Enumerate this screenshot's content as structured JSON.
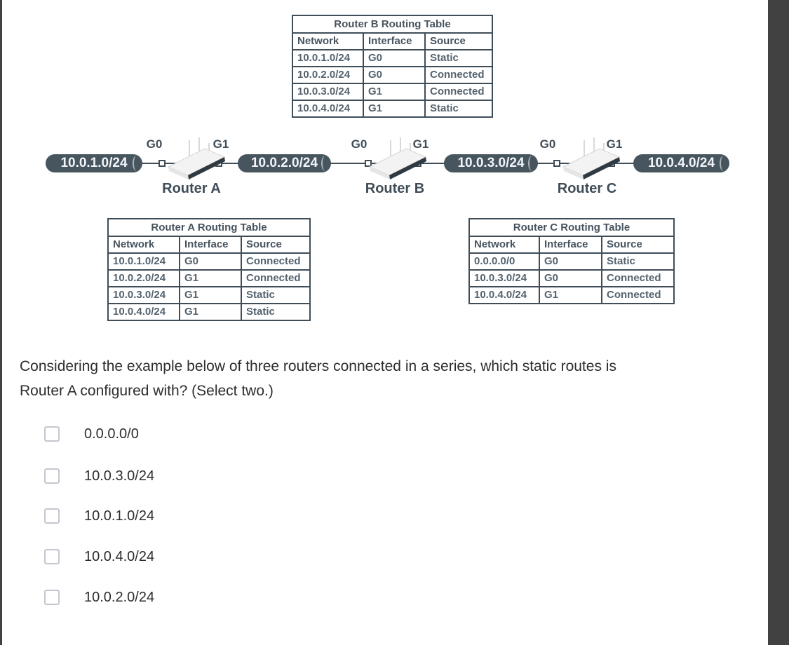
{
  "colors": {
    "slate": "#3f4d59",
    "pill_bg": "#47555f",
    "pill_text": "#f2f5f7",
    "table_text": "#55636e",
    "header_text": "#47545f",
    "frame": "#414141",
    "checkbox_border": "#c6c6d0",
    "body_text": "#2d2d2d",
    "router_body_dark": "#2e3941",
    "router_body_light": "#f3f3f3"
  },
  "tables": {
    "b": {
      "title": "Router B Routing Table",
      "headers": [
        "Network",
        "Interface",
        "Source"
      ],
      "rows": [
        [
          "10.0.1.0/24",
          "G0",
          "Static"
        ],
        [
          "10.0.2.0/24",
          "G0",
          "Connected"
        ],
        [
          "10.0.3.0/24",
          "G1",
          "Connected"
        ],
        [
          "10.0.4.0/24",
          "G1",
          "Static"
        ]
      ]
    },
    "a": {
      "title": "Router A Routing Table",
      "headers": [
        "Network",
        "Interface",
        "Source"
      ],
      "rows": [
        [
          "10.0.1.0/24",
          "G0",
          "Connected"
        ],
        [
          "10.0.2.0/24",
          "G1",
          "Connected"
        ],
        [
          "10.0.3.0/24",
          "G1",
          "Static"
        ],
        [
          "10.0.4.0/24",
          "G1",
          "Static"
        ]
      ]
    },
    "c": {
      "title": "Router C Routing Table",
      "headers": [
        "Network",
        "Interface",
        "Source"
      ],
      "rows": [
        [
          "0.0.0.0/0",
          "G0",
          "Static"
        ],
        [
          "10.0.3.0/24",
          "G0",
          "Connected"
        ],
        [
          "10.0.4.0/24",
          "G1",
          "Connected"
        ]
      ]
    }
  },
  "diagram": {
    "networks": [
      "10.0.1.0/24",
      "10.0.2.0/24",
      "10.0.3.0/24",
      "10.0.4.0/24"
    ],
    "routers": [
      {
        "name": "Router A",
        "left_port": "G0",
        "right_port": "G1"
      },
      {
        "name": "Router B",
        "left_port": "G0",
        "right_port": "G1"
      },
      {
        "name": "Router C",
        "left_port": "G0",
        "right_port": "G1"
      }
    ]
  },
  "question": {
    "text": "Considering the example below of three routers connected in a series, which static routes is Router A configured with? (Select two.)",
    "options": [
      {
        "label": "0.0.0.0/0",
        "checked": false
      },
      {
        "label": "10.0.3.0/24",
        "checked": false
      },
      {
        "label": "10.0.1.0/24",
        "checked": false
      },
      {
        "label": "10.0.4.0/24",
        "checked": false
      },
      {
        "label": "10.0.2.0/24",
        "checked": false
      }
    ]
  }
}
